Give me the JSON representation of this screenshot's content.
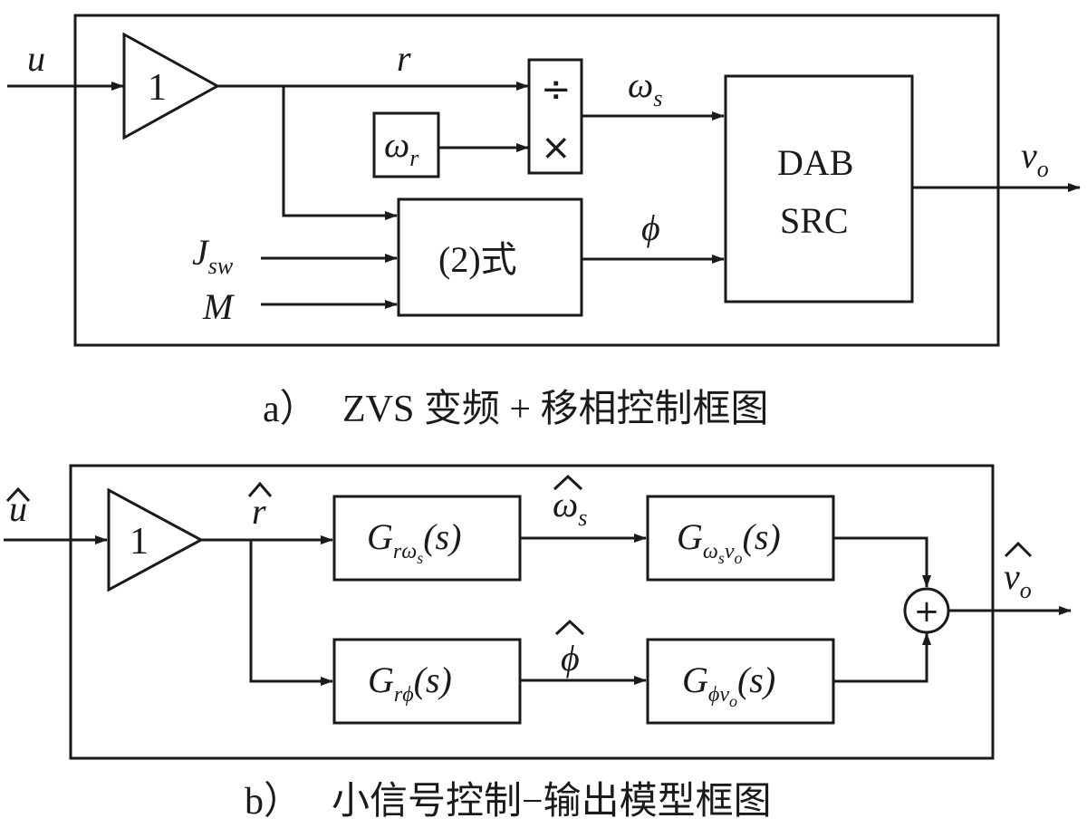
{
  "diagram_a": {
    "caption_letter": "a）",
    "caption_text": "ZVS 变频 + 移相控制框图",
    "input_u": "u",
    "gain": "1",
    "signal_r": "r",
    "omega_r": "ω",
    "omega_r_sub": "r",
    "divide_symbol": "÷",
    "multiply_symbol": "×",
    "omega_s": "ω",
    "omega_s_sub": "s",
    "phi": "ϕ",
    "eq_block": "(2)式",
    "j_sw": "J",
    "j_sw_sub": "sw",
    "m": "M",
    "dab_line1": "DAB",
    "dab_line2": "SRC",
    "v_o": "v",
    "v_o_sub": "o"
  },
  "diagram_b": {
    "caption_letter": "b）",
    "caption_text": "小信号控制−输出模型框图",
    "input_u_hat": "u",
    "gain": "1",
    "r_hat": "r",
    "g_rws_main": "G",
    "g_rws_sub1": "rω",
    "g_rws_sub2": "s",
    "g_rws_arg": "(s)",
    "omega_s_hat": "ω",
    "omega_s_hat_sub": "s",
    "g_wsvo_main": "G",
    "g_wsvo_sub1": "ω",
    "g_wsvo_sub2": "s",
    "g_wsvo_sub3": "v",
    "g_wsvo_sub4": "o",
    "g_wsvo_arg": "(s)",
    "g_rphi_main": "G",
    "g_rphi_sub": "rϕ",
    "g_rphi_arg": "(s)",
    "phi_hat": "ϕ",
    "g_phivo_main": "G",
    "g_phivo_sub1": "ϕv",
    "g_phivo_sub2": "o",
    "g_phivo_arg": "(s)",
    "sum_symbol": "+",
    "v_o_hat": "v",
    "v_o_hat_sub": "o"
  }
}
